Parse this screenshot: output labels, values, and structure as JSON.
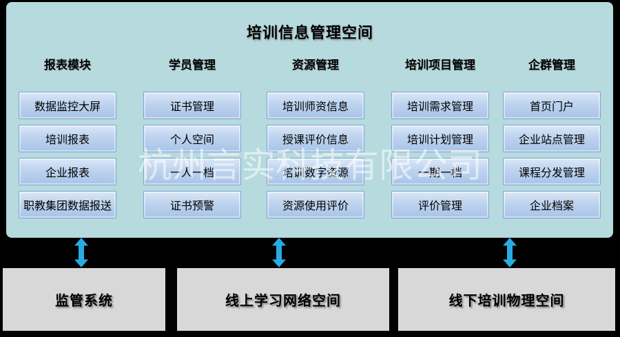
{
  "title": "培训信息管理空间",
  "watermark": "杭州言实科技有限公司",
  "panel": {
    "columns": [
      {
        "header": "报表模块",
        "items": [
          "数据监控大屏",
          "培训报表",
          "企业报表",
          "职教集团数据报送"
        ]
      },
      {
        "header": "学员管理",
        "items": [
          "证书管理",
          "个人空间",
          "一人一档",
          "证书预警"
        ]
      },
      {
        "header": "资源管理",
        "items": [
          "培训师资信息",
          "授课评价信息",
          "培训数字资源",
          "资源使用评价"
        ]
      },
      {
        "header": "培训项目管理",
        "items": [
          "培训需求管理",
          "培训计划管理",
          "一期一档",
          "评价管理"
        ]
      },
      {
        "header": "企群管理",
        "items": [
          "首页门户",
          "企业站点管理",
          "课程分发管理",
          "企业档案"
        ]
      }
    ]
  },
  "bottom": {
    "boxes": [
      "监管系统",
      "线上学习网络空间",
      "线下培训物理空间"
    ]
  },
  "icons": {
    "connector": "double-headed-vertical-arrow"
  },
  "colors": {
    "background": "#000000",
    "panel_bg": "#b6dade",
    "module_box_border": "#7ba3d4",
    "module_box_fill_top": "#dbe7f7",
    "module_box_fill_bottom": "#a9c4e7",
    "arrow": "#29abe2",
    "bottom_box_bg": "#d8d8d8",
    "text": "#000000",
    "watermark_color": "rgba(255,255,255,0.55)"
  }
}
